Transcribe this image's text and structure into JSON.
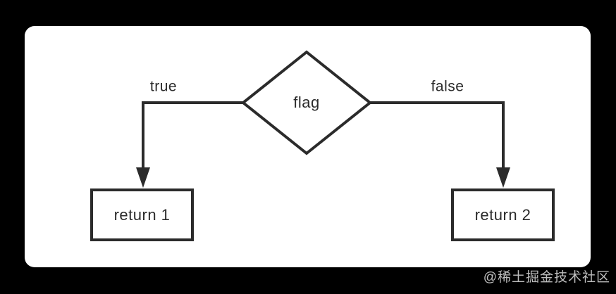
{
  "flowchart": {
    "type": "decision-flowchart",
    "decision_label": "flag",
    "branches": [
      {
        "condition_label": "true",
        "target_label": "return 1"
      },
      {
        "condition_label": "false",
        "target_label": "return 2"
      }
    ]
  },
  "watermark": {
    "text": "@稀土掘金技术社区"
  },
  "colors": {
    "line": "#2b2b2b",
    "text": "#2b2b2b",
    "card_background": "#ffffff",
    "page_background": "#000000",
    "watermark_text": "#bdbdbd"
  }
}
